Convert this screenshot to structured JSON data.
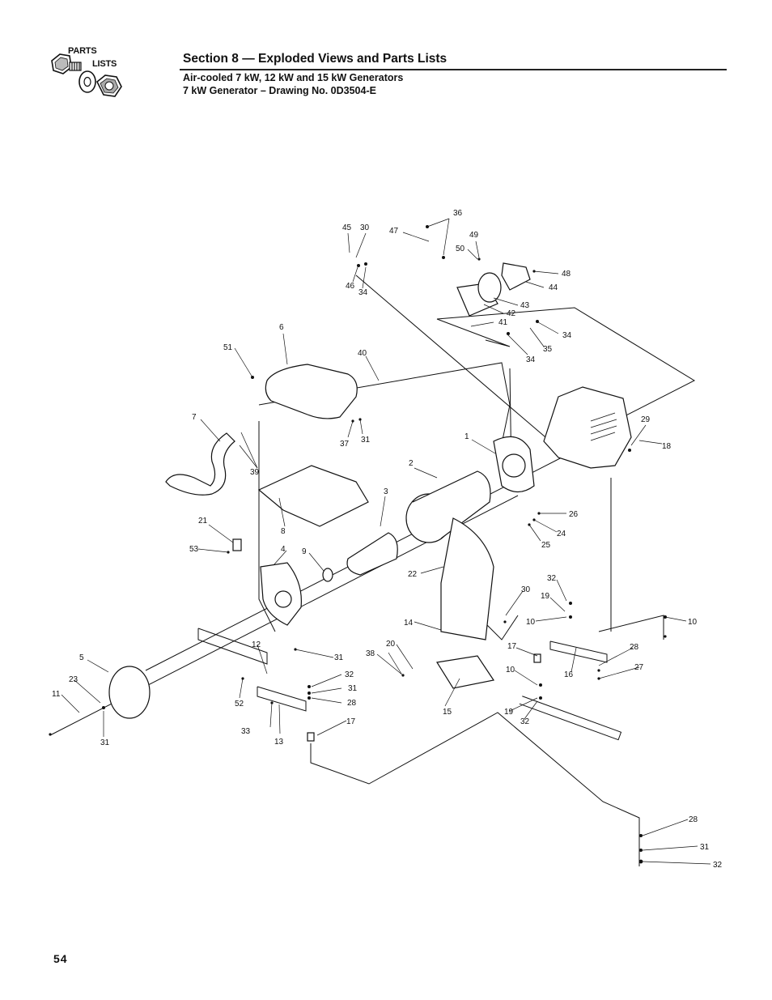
{
  "header": {
    "logo_words": [
      "PARTS",
      "LISTS"
    ],
    "section_title": "Section 8 — Exploded Views and Parts Lists",
    "subtitle_line1": "Air-cooled 7 kW, 12 kW and 15 kW Generators",
    "subtitle_line2": "7 kW Generator – Drawing No. 0D3504-E"
  },
  "drawing": {
    "callouts": [
      "36",
      "45",
      "30",
      "47",
      "49",
      "50",
      "48",
      "46",
      "34",
      "44",
      "43",
      "42",
      "41",
      "34",
      "35",
      "34",
      "6",
      "51",
      "40",
      "7",
      "37",
      "31",
      "39",
      "29",
      "18",
      "1",
      "2",
      "3",
      "26",
      "24",
      "25",
      "21",
      "53",
      "8",
      "4",
      "9",
      "22",
      "30",
      "32",
      "19",
      "10",
      "10",
      "14",
      "20",
      "38",
      "17",
      "28",
      "16",
      "27",
      "5",
      "12",
      "31",
      "32",
      "31",
      "28",
      "23",
      "11",
      "31",
      "52",
      "33",
      "13",
      "17",
      "15",
      "10",
      "19",
      "32",
      "28",
      "31",
      "32"
    ]
  },
  "footer": {
    "page_number": "54"
  }
}
